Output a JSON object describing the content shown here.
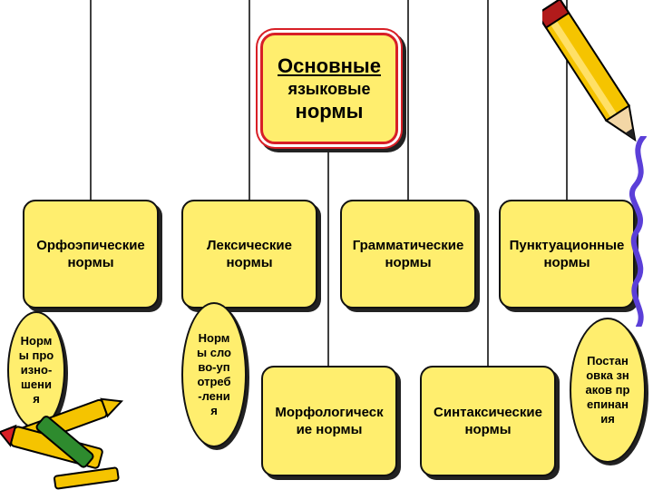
{
  "main": {
    "line1": "Основные",
    "line2": "языковые",
    "line3": "нормы"
  },
  "categories": [
    {
      "label": "Орфоэпические нормы"
    },
    {
      "label": "Лексические нормы"
    },
    {
      "label": "Грамматические нормы"
    },
    {
      "label": "Пунктуационные нормы"
    }
  ],
  "sub_boxes": [
    {
      "label": "Морфологические нормы"
    },
    {
      "label": "Синтаксические нормы"
    }
  ],
  "ovals": [
    {
      "label": "Нормы произно-шения"
    },
    {
      "label": "Нормы слово-употреб-ления"
    },
    {
      "label": "Постановка знаков препинания"
    }
  ],
  "colors": {
    "box_fill": "#ffee6e",
    "main_border": "#d81f26",
    "pencil": "#f5c400"
  },
  "icons": [
    "pencil-icon",
    "crayons-icon"
  ]
}
